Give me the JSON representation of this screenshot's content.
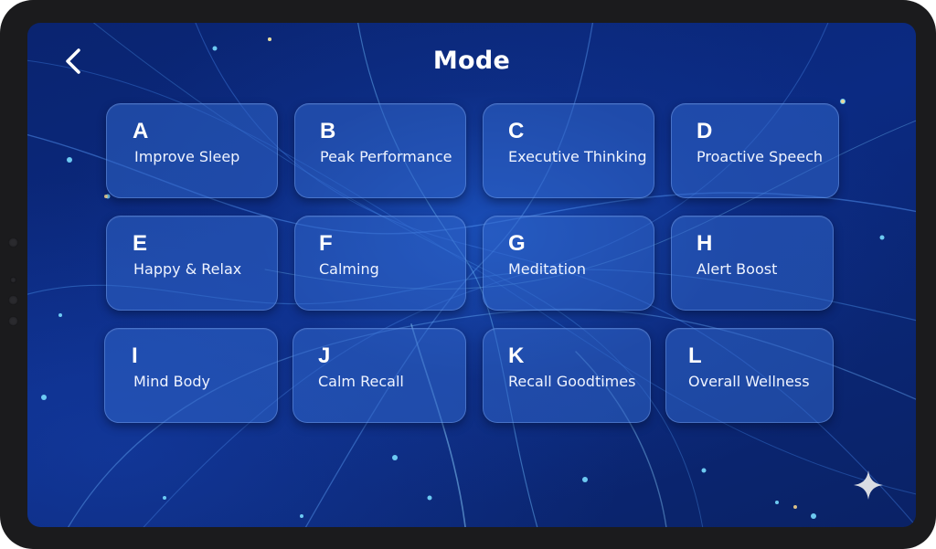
{
  "header": {
    "title": "Mode",
    "back_icon": "chevron-left-icon"
  },
  "modes": [
    {
      "letter": "A",
      "label": "Improve Sleep"
    },
    {
      "letter": "B",
      "label": "Peak Performance"
    },
    {
      "letter": "C",
      "label": "Executive Thinking"
    },
    {
      "letter": "D",
      "label": "Proactive Speech"
    },
    {
      "letter": "E",
      "label": "Happy & Relax"
    },
    {
      "letter": "F",
      "label": "Calming"
    },
    {
      "letter": "G",
      "label": "Meditation"
    },
    {
      "letter": "H",
      "label": "Alert Boost"
    },
    {
      "letter": "I",
      "label": "Mind Body"
    },
    {
      "letter": "J",
      "label": "Calm Recall"
    },
    {
      "letter": "K",
      "label": "Recall Goodtimes"
    },
    {
      "letter": "L",
      "label": "Overall Wellness"
    }
  ],
  "theme": {
    "accent": "#2f64c8",
    "background": "#0b2a82",
    "text": "#ffffff"
  },
  "decor": {
    "corner_icon": "sparkle-icon"
  }
}
